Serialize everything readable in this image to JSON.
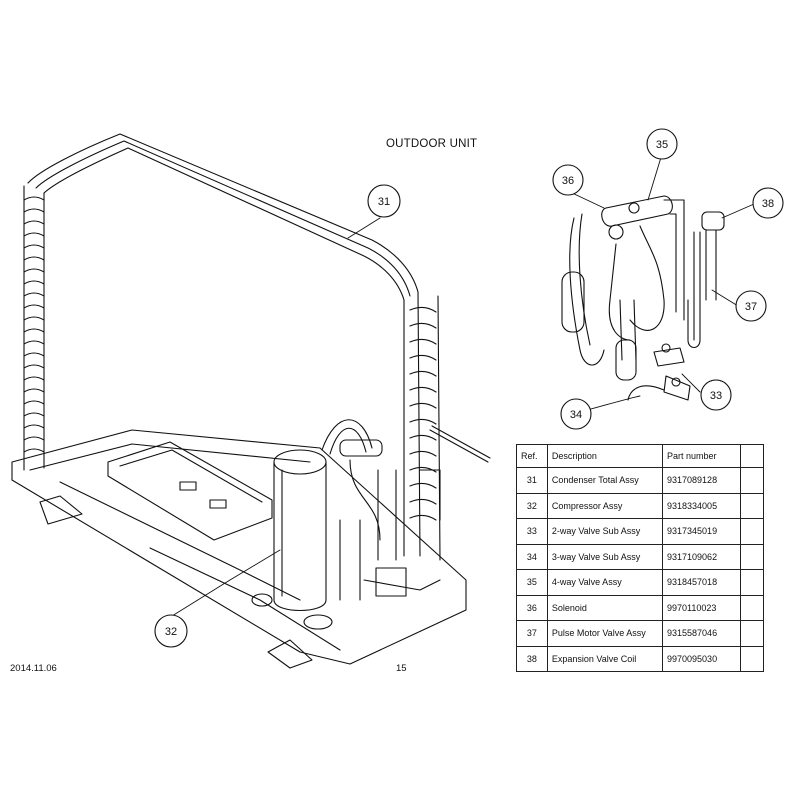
{
  "title": "OUTDOOR UNIT",
  "footer": {
    "date": "2014.11.06",
    "page": "15"
  },
  "callouts": [
    "31",
    "32",
    "33",
    "34",
    "35",
    "36",
    "37",
    "38"
  ],
  "table": {
    "headers": [
      "Ref.",
      "Description",
      "Part number",
      ""
    ],
    "rows": [
      {
        "ref": "31",
        "description": "Condenser Total Assy",
        "part_number": "9317089128"
      },
      {
        "ref": "32",
        "description": "Compressor Assy",
        "part_number": "9318334005"
      },
      {
        "ref": "33",
        "description": "2-way Valve Sub Assy",
        "part_number": "9317345019"
      },
      {
        "ref": "34",
        "description": "3-way Valve Sub Assy",
        "part_number": "9317109062"
      },
      {
        "ref": "35",
        "description": "4-way Valve Assy",
        "part_number": "9318457018"
      },
      {
        "ref": "36",
        "description": "Solenoid",
        "part_number": "9970110023"
      },
      {
        "ref": "37",
        "description": "Pulse Motor Valve Assy",
        "part_number": "9315587046"
      },
      {
        "ref": "38",
        "description": "Expansion Valve Coil",
        "part_number": "9970095030"
      }
    ]
  }
}
